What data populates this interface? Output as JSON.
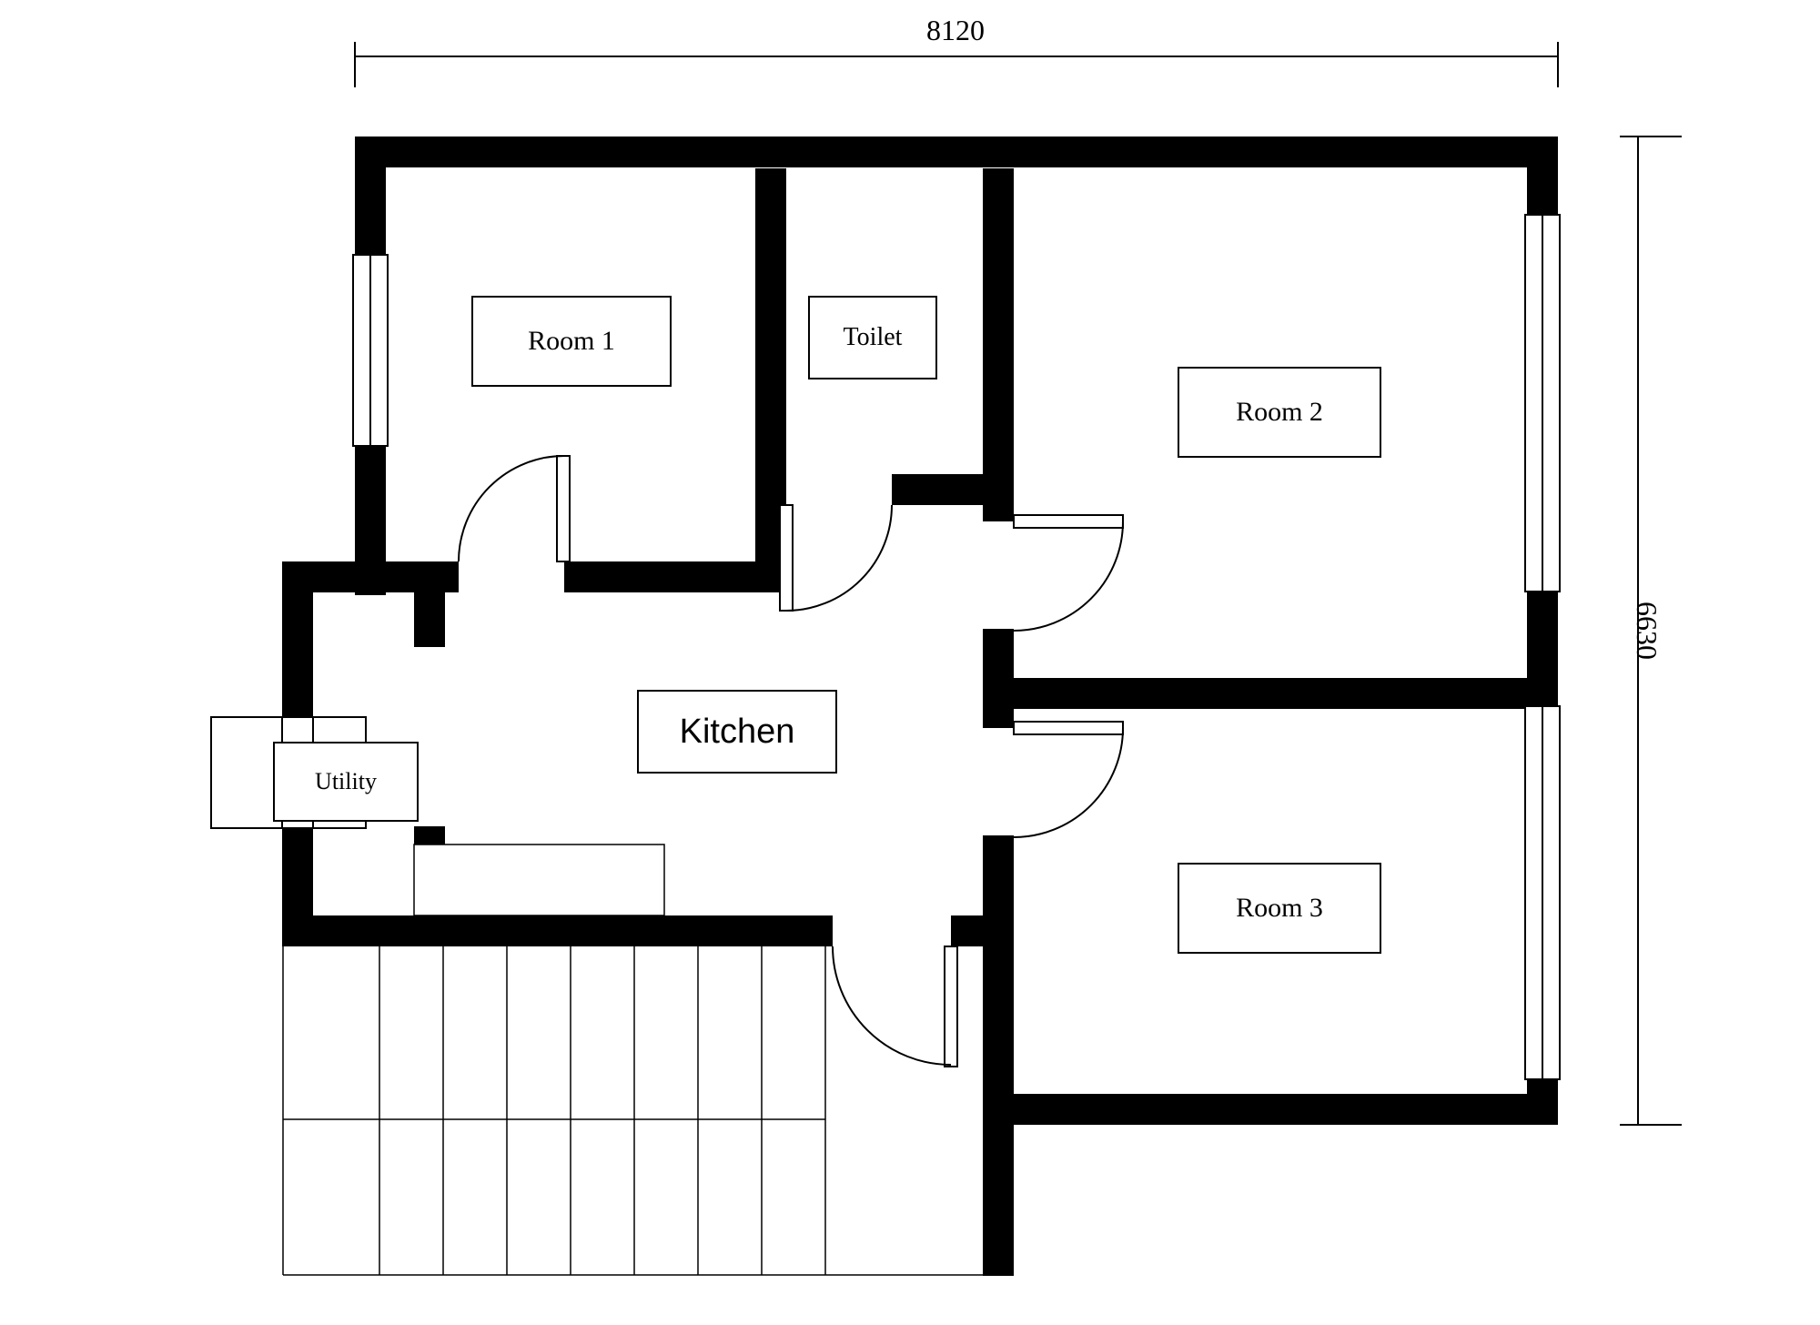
{
  "title": "Floor plan",
  "dimensions": {
    "width": "8120",
    "height": "6630"
  },
  "rooms": [
    {
      "name": "room-1",
      "label": "Room 1"
    },
    {
      "name": "toilet",
      "label": "Toilet"
    },
    {
      "name": "room-2",
      "label": "Room 2"
    },
    {
      "name": "kitchen",
      "label": "Kitchen"
    },
    {
      "name": "utility",
      "label": "Utility"
    },
    {
      "name": "room-3",
      "label": "Room 3"
    }
  ],
  "features": {
    "windows": [
      "left-window",
      "right-window-upper",
      "right-window-lower",
      "utility-window"
    ],
    "doors": [
      "room-1-door",
      "toilet-door",
      "room-2-door",
      "room-3-door",
      "stairs-door"
    ],
    "stairs": "staircase"
  },
  "colors": {
    "wall": "#000000",
    "background": "#ffffff",
    "line": "#000000"
  }
}
